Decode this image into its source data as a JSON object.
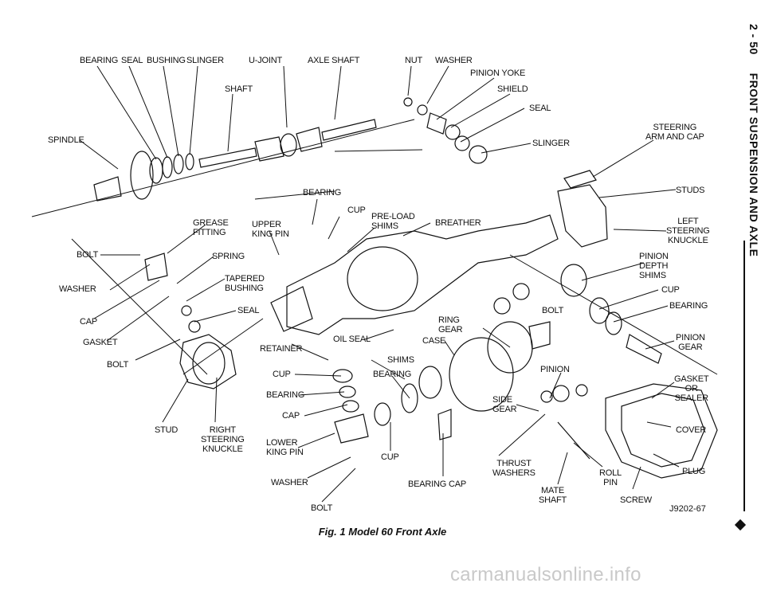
{
  "header": {
    "page_number": "2 - 50",
    "section_title": "FRONT SUSPENSION AND AXLE"
  },
  "figure": {
    "caption": "Fig. 1 Model 60 Front Axle",
    "code": "J9202-67",
    "labels": {
      "bearing_top": "BEARING",
      "seal_top": "SEAL",
      "bushing": "BUSHING",
      "slinger_top": "SLINGER",
      "u_joint": "U-JOINT",
      "axle_shaft": "AXLE SHAFT",
      "nut": "NUT",
      "washer_top": "WASHER",
      "pinion_yoke": "PINION YOKE",
      "shield": "SHIELD",
      "seal_right": "SEAL",
      "slinger_right": "SLINGER",
      "shaft": "SHAFT",
      "spindle": "SPINDLE",
      "steering_arm": "STEERING\nARM AND CAP",
      "studs": "STUDS",
      "left_knuckle": "LEFT\nSTEERING\nKNUCKLE",
      "bearing_mid": "BEARING",
      "cup_mid": "CUP",
      "preload_shims": "PRE-LOAD\nSHIMS",
      "breather": "BREATHER",
      "grease_fitting": "GREASE\nFITTING",
      "upper_king_pin": "UPPER\nKING PIN",
      "bolt_left": "BOLT",
      "spring": "SPRING",
      "tapered_bushing": "TAPERED\nBUSHING",
      "washer_left": "WASHER",
      "cap_left": "CAP",
      "seal_left": "SEAL",
      "gasket_left": "GASKET",
      "bolt_left_low": "BOLT",
      "pinion_depth_shims": "PINION\nDEPTH\nSHIMS",
      "cup_right": "CUP",
      "bearing_right": "BEARING",
      "bolt_mid": "BOLT",
      "ring_gear": "RING\nGEAR",
      "pinion_gear": "PINION\nGEAR",
      "oil_seal": "OIL SEAL",
      "case": "CASE",
      "retainer": "RETAINER",
      "shims": "SHIMS",
      "pinion": "PINION",
      "cup_low": "CUP",
      "bearing_low": "BEARING",
      "gasket_sealer": "GASKET\nOR\nSEALER",
      "bearing_low2": "BEARING",
      "cap_low": "CAP",
      "side_gear": "SIDE\nGEAR",
      "stud": "STUD",
      "right_knuckle": "RIGHT\nSTEERING\nKNUCKLE",
      "lower_king_pin": "LOWER\nKING PIN",
      "cover": "COVER",
      "cup_bottom": "CUP",
      "thrust_washers": "THRUST\nWASHERS",
      "roll_pin": "ROLL\nPIN",
      "plug": "PLUG",
      "washer_bottom": "WASHER",
      "bearing_cap": "BEARING CAP",
      "mate_shaft": "MATE\nSHAFT",
      "screw": "SCREW",
      "bolt_bottom": "BOLT"
    }
  },
  "watermark": "carmanualsonline.info"
}
